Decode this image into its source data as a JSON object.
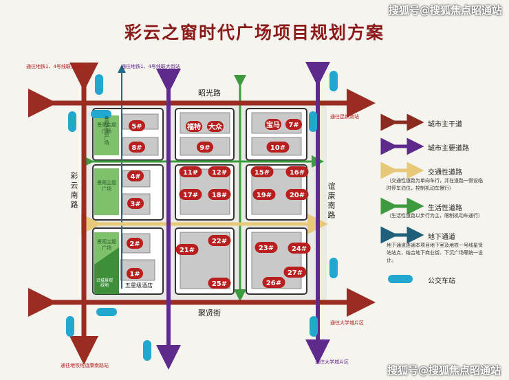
{
  "title": "彩云之窗时代广场项目规划方案",
  "watermark": "搜狐号@搜狐焦点昭通站",
  "labels": {
    "metro_top_left": "通往地铁1、4号线联大街站",
    "metro_top_mid": "通往地铁1、4号线联大街站",
    "rail_right": "通往昆铁南站",
    "univ_right": "通往大学城片区",
    "univ_bottom": "通往大学城片区",
    "metro_bottom": "通往地铁线谊康南路站"
  },
  "roads": {
    "top": "昭光路",
    "bottom": "聚贤街",
    "left": "彩云南路",
    "right": "谊康南路"
  },
  "plots": [
    {
      "id": "p5",
      "label": "5#"
    },
    {
      "id": "p8",
      "label": "8#"
    },
    {
      "id": "p4",
      "label": "4#"
    },
    {
      "id": "p3",
      "label": "3#"
    },
    {
      "id": "p2",
      "label": "2#"
    },
    {
      "id": "p1",
      "label": "1#"
    },
    {
      "id": "p-futie",
      "label": "福特"
    },
    {
      "id": "p-dazhong",
      "label": "大众"
    },
    {
      "id": "p9",
      "label": "9#"
    },
    {
      "id": "p-baoma",
      "label": "宝马"
    },
    {
      "id": "p7",
      "label": "7#"
    },
    {
      "id": "p10",
      "label": "10#"
    },
    {
      "id": "p11",
      "label": "11#"
    },
    {
      "id": "p12",
      "label": "12#"
    },
    {
      "id": "p17",
      "label": "17#"
    },
    {
      "id": "p18",
      "label": "18#"
    },
    {
      "id": "p15",
      "label": "15#"
    },
    {
      "id": "p16",
      "label": "16#"
    },
    {
      "id": "p19",
      "label": "19#"
    },
    {
      "id": "p20",
      "label": "20#"
    },
    {
      "id": "p21",
      "label": "21#"
    },
    {
      "id": "p22",
      "label": "22#"
    },
    {
      "id": "p25",
      "label": "25#"
    },
    {
      "id": "p23",
      "label": "23#"
    },
    {
      "id": "p24",
      "label": "24#"
    },
    {
      "id": "p27",
      "label": "27#"
    },
    {
      "id": "p26",
      "label": "26#"
    }
  ],
  "green_areas": {
    "a": "景观主题广场",
    "b": "景观主题广场",
    "c": "景观主题广场",
    "corner": "沿城景观绿地"
  },
  "hotel": "五星级酒店",
  "legend": [
    {
      "id": "main-road",
      "text": "城市主干道",
      "color": "#8b2a1e"
    },
    {
      "id": "primary-road",
      "text": "城市主要道路",
      "color": "#5e2a8c"
    },
    {
      "id": "traffic-road",
      "text": "交通性道路",
      "color": "#e6c878",
      "note": "（交通性道路为单向车行，并在道路一侧设临时停车泊位，控制机动车慢行）"
    },
    {
      "id": "living-road",
      "text": "生活性道路",
      "color": "#3e9a3e",
      "note": "（生活性道路以步行为主，限制机动车通行）"
    },
    {
      "id": "underground",
      "text": "地下通道",
      "color": "#1f5f7a",
      "note": "地下通道连通本项目地下室及地铁一号线星贤站站点，结合地下商业街、下沉广场等统一设计。"
    },
    {
      "id": "bus-stop",
      "text": "公交车站",
      "color": "#1fa6c9"
    }
  ],
  "colors": {
    "main": "#9b2c22",
    "primary": "#5e2a8c",
    "traffic": "#e8c97a",
    "living": "#3e9a3e",
    "underground": "#1f6a86",
    "bus": "#22a7cf",
    "plot_badge": "#b8201f"
  }
}
